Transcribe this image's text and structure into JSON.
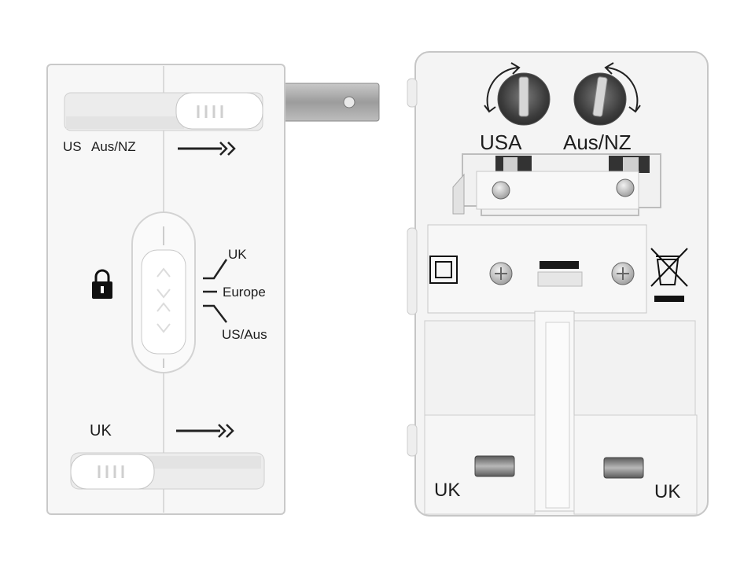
{
  "front": {
    "top_slider_label_us": "US",
    "top_slider_label_aus_nz": "Aus/NZ",
    "bottom_slider_label": "UK",
    "selector_options": [
      "UK",
      "Europe",
      "US/Aus"
    ],
    "lock_icon": "padlock-icon",
    "arrow_icon": "double-arrow-right-icon"
  },
  "back": {
    "pin_left_label": "USA",
    "pin_right_label": "Aus/NZ",
    "bottom_left_label": "UK",
    "bottom_right_label": "UK",
    "double_insulation_icon": "double-square-icon",
    "weee_icon": "crossed-out-bin-icon",
    "rotate_icon": "curved-arrow-icon"
  }
}
